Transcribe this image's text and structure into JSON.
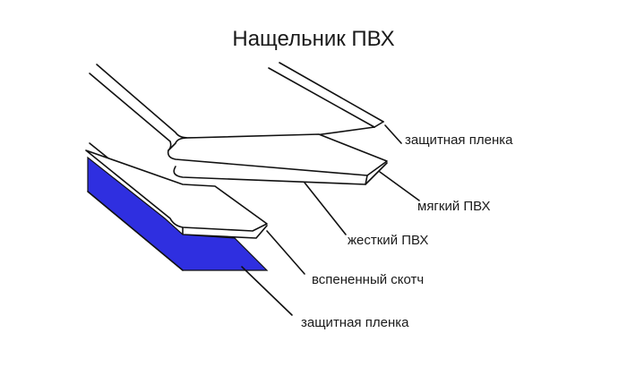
{
  "title": "Нащельник ПВХ",
  "labels": {
    "film_top": "защитная пленка",
    "soft_pvc": "мягкий ПВХ",
    "rigid_pvc": "жесткий ПВХ",
    "foam_tape": "вспененный скотч",
    "film_bottom": "защитная пленка"
  },
  "colors": {
    "foam_tape": "#2f2fe0",
    "lines": "#111111",
    "background": "#ffffff"
  }
}
